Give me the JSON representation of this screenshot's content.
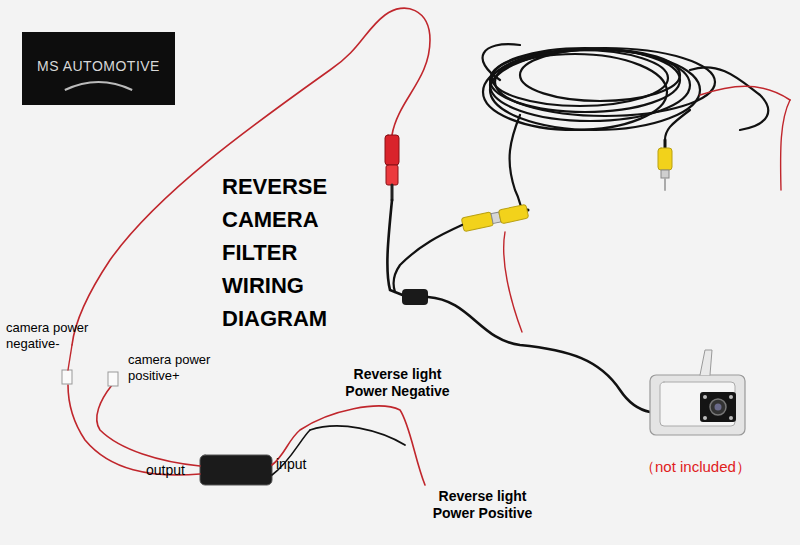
{
  "diagram": {
    "title": "REVERSE CAMERA FILTER WIRING DIAGRAM",
    "nodes": [
      {
        "text": [
          "MS AUTOMOTIVE"
        ]
      }
    ],
    "labels": [
      "camera power negative-",
      "camera power positive+",
      "Reverse light Power Negative",
      "output",
      "input",
      "Reverse light Power Positive",
      "（not included）"
    ]
  }
}
